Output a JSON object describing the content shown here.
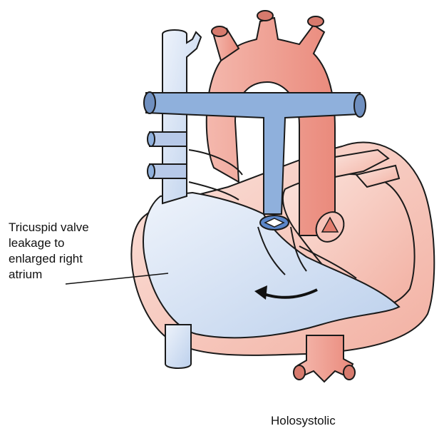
{
  "annotation": {
    "lines": [
      "Tricuspid valve",
      "leakage to",
      "enlarged right",
      "atrium"
    ]
  },
  "caption": "Holosystolic",
  "colors": {
    "deoxygenated_blue": "#8fb0dc",
    "deoxygenated_light": "#dfe8f6",
    "oxygenated_red": "#f0a196",
    "oxygenated_light": "#f9d9d1",
    "outline": "#1a1a1a"
  },
  "icons": {
    "arrow": "regurgitation-flow-arrow-icon"
  }
}
